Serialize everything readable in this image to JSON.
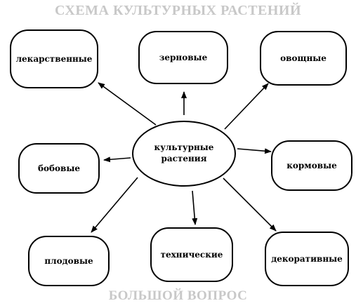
{
  "watermark": {
    "top": "СХЕМА КУЛЬТУРНЫХ РАСТЕНИЙ",
    "bottom": "БОЛЬШОЙ ВОПРОС",
    "color": "#c8c8c8"
  },
  "diagram": {
    "center": "культурные\nрастения",
    "nodes": {
      "medicinal": "лекарственные",
      "grain": "зерновые",
      "vegetable": "овощные",
      "legume": "бобовые",
      "fodder": "кормовые",
      "fruit": "плодовые",
      "technical": "технические",
      "decorative": "декоративные"
    }
  }
}
